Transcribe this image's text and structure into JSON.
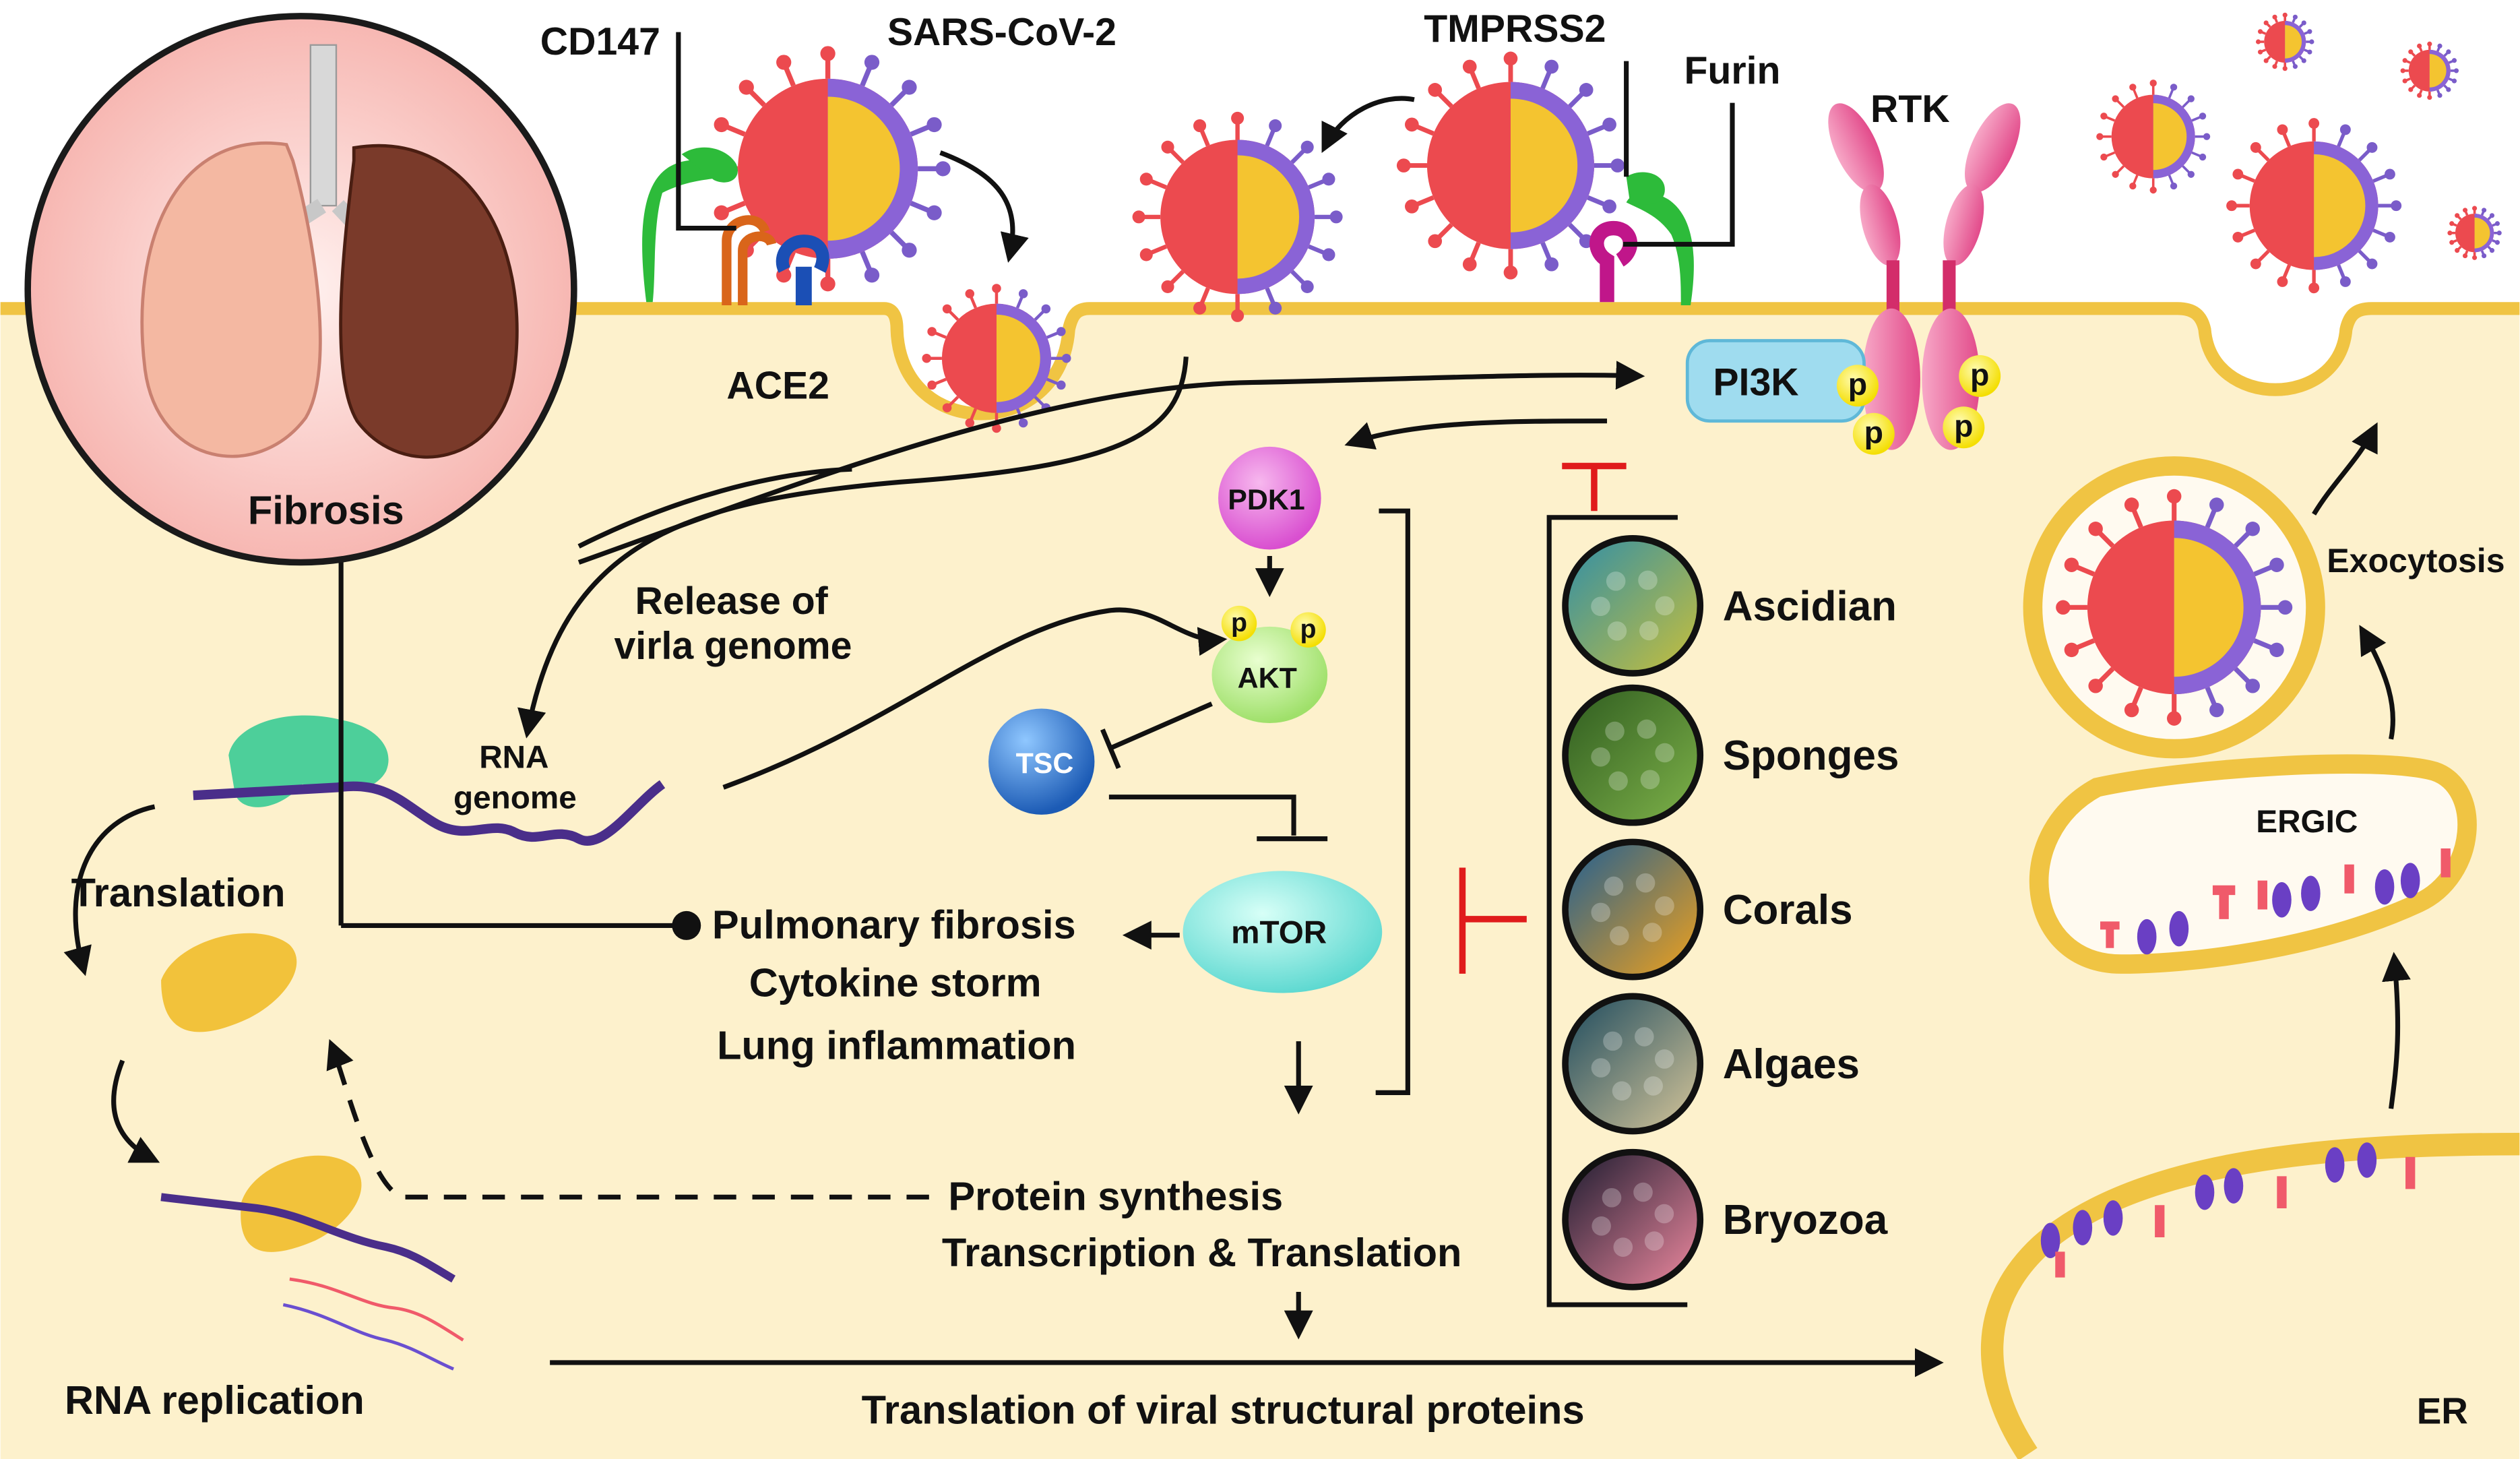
{
  "labels": {
    "cd147": "CD147",
    "sars": "SARS-CoV-2",
    "tmprss2": "TMPRSS2",
    "furin": "Furin",
    "rtk": "RTK",
    "ace2": "ACE2",
    "pi3k": "PI3K",
    "p": "p",
    "fibrosis": "Fibrosis",
    "pdk1": "PDK1",
    "akt": "AKT",
    "tsc": "TSC",
    "mtor": "mTOR",
    "release1": "Release of",
    "release2": "virla genome",
    "rna1": "RNA",
    "rna2": "genome",
    "translation": "Translation",
    "pulmonary": "Pulmonary fibrosis",
    "cytokine": "Cytokine storm",
    "lung": "Lung inflammation",
    "protein": "Protein synthesis",
    "transcription": "Transcription & Translation",
    "rna_replication": "RNA replication",
    "translation_viral": "Translation of viral structural proteins",
    "exocytosis": "Exocytosis",
    "ergic": "ERGIC",
    "er": "ER"
  },
  "organisms": [
    "Ascidian",
    "Sponges",
    "Corals",
    "Algaes",
    "Bryozoa"
  ],
  "colors": {
    "cytoplasm": "#fdf1cc",
    "membrane": "#f0c443",
    "virus": "#ec4a4f",
    "virus_inner": "#f4c430",
    "spike_blue": "#7a5cc9",
    "inhibitor": "#e01b1b",
    "ribosome": "#f2c23b",
    "ribosome_green": "#4dcf9a",
    "rna_strand": "#4a2e8a"
  }
}
